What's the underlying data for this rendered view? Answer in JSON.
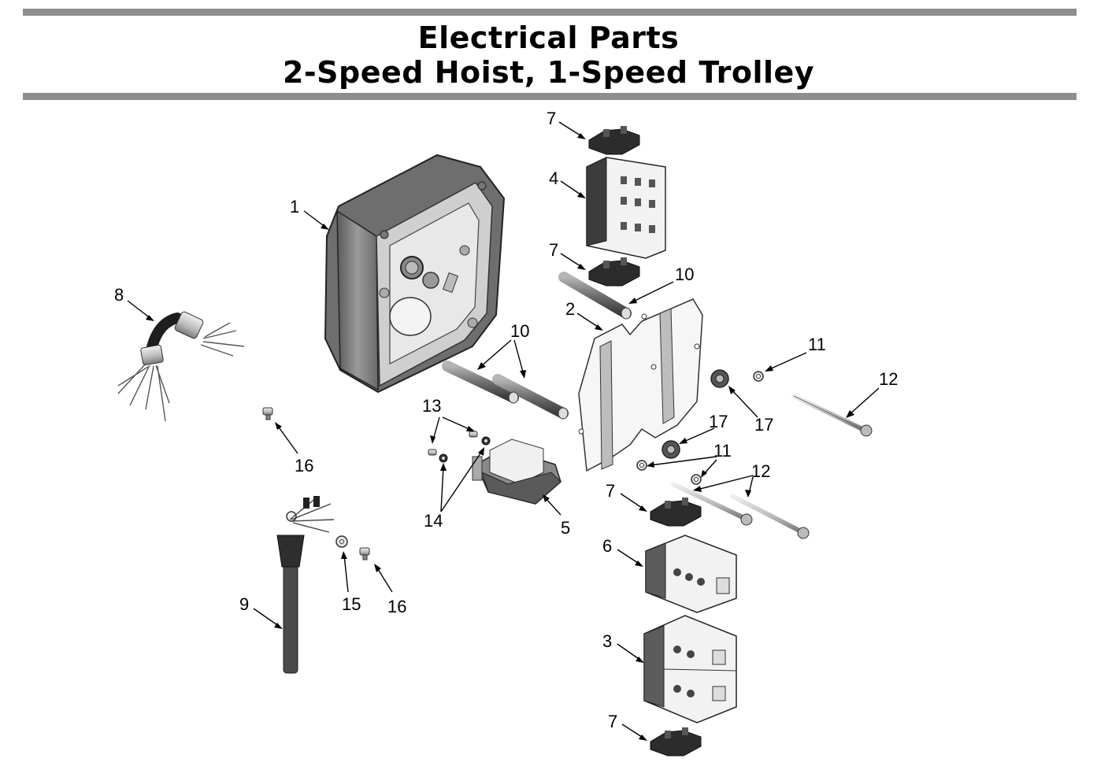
{
  "header": {
    "title_line1": "Electrical Parts",
    "title_line2": "2-Speed Hoist, 1-Speed Trolley"
  },
  "callouts": [
    {
      "id": "c7a",
      "label": "7"
    },
    {
      "id": "c4",
      "label": "4"
    },
    {
      "id": "c1",
      "label": "1"
    },
    {
      "id": "c7b",
      "label": "7"
    },
    {
      "id": "c10a",
      "label": "10"
    },
    {
      "id": "c8",
      "label": "8"
    },
    {
      "id": "c2",
      "label": "2"
    },
    {
      "id": "c10b",
      "label": "10"
    },
    {
      "id": "c11a",
      "label": "11"
    },
    {
      "id": "c12a",
      "label": "12"
    },
    {
      "id": "c13",
      "label": "13"
    },
    {
      "id": "c17a",
      "label": "17"
    },
    {
      "id": "c17b",
      "label": "17"
    },
    {
      "id": "c16a",
      "label": "16"
    },
    {
      "id": "c11b",
      "label": "11"
    },
    {
      "id": "c12b",
      "label": "12"
    },
    {
      "id": "c7c",
      "label": "7"
    },
    {
      "id": "c14",
      "label": "14"
    },
    {
      "id": "c5",
      "label": "5"
    },
    {
      "id": "c6",
      "label": "6"
    },
    {
      "id": "c9",
      "label": "9"
    },
    {
      "id": "c15",
      "label": "15"
    },
    {
      "id": "c16b",
      "label": "16"
    },
    {
      "id": "c3",
      "label": "3"
    },
    {
      "id": "c7d",
      "label": "7"
    }
  ],
  "colors": {
    "rule": "#8e8e8e",
    "part_dark": "#3a3a3a",
    "part_mid": "#8a8a8a",
    "part_light": "#d8d8d8"
  }
}
